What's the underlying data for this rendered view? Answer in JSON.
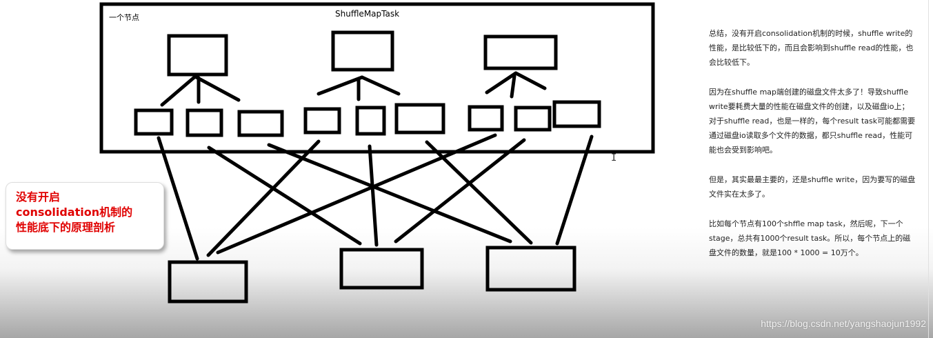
{
  "diagram": {
    "node_label": "一个节点",
    "task_title": "ShuffleMapTask",
    "map_task_count": 3,
    "files_per_task": 3,
    "result_task_count": 3
  },
  "callout": {
    "text": "没有开启\nconsolidation机制的\n性能底下的原理剖析"
  },
  "notes": {
    "p1": "总结，没有开启consolidation机制的时候，shuffle write的性能，是比较低下的，而且会影响到shuffle read的性能，也会比较低下。",
    "p2": "因为在shuffle map端创建的磁盘文件太多了！导致shuffle write要耗费大量的性能在磁盘文件的创建，以及磁盘io上；对于shuffle read，也是一样的，每个result task可能都需要通过磁盘io读取多个文件的数据，都只shuffle read，性能可能也会受到影响吧。",
    "p3": "但是，其实最最主要的，还是shuffle write，因为要写的磁盘文件实在太多了。",
    "p4": "比如每个节点有100个shffle map task，然后呢，下一个stage，总共有1000个result task。所以，每个节点上的磁盘文件的数量，就是100 * 1000 = 10万个。"
  },
  "cursor": {
    "glyph": "I"
  },
  "watermark": "https://blog.csdn.net/yangshaojun1992"
}
